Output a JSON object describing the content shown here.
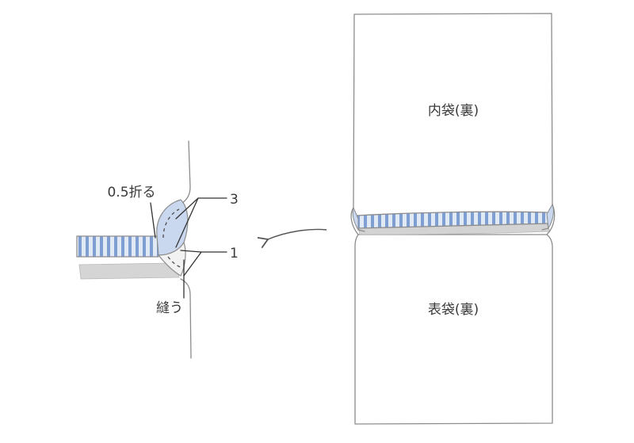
{
  "labels": {
    "inner_bag": "内袋(裏)",
    "outer_bag": "表袋(裏)",
    "fold": "0.5折る",
    "num3": "3",
    "num1": "1",
    "sew": "縫う"
  },
  "colors": {
    "stripe_blue": "#7f9fd3",
    "stripe_light": "#dde7f4",
    "seam_gray": "#cfcfcf",
    "outline": "#8c8c8c",
    "text": "#3a3a3a"
  },
  "icons": {
    "arrow": "curved-arrow-left-icon"
  }
}
